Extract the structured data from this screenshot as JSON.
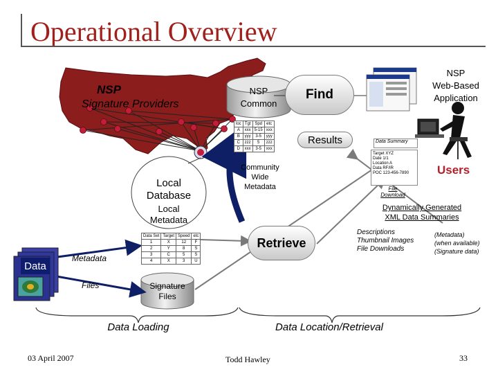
{
  "slide": {
    "title": "Operational Overview",
    "date": "03 April 2007",
    "author": "Todd Hawley",
    "page_number": "33"
  },
  "labels": {
    "nsp": "NSP",
    "signature_providers": "Signature Providers",
    "nsp_common_line1": "NSP",
    "nsp_common_line2": "Common",
    "find": "Find",
    "results": "Results",
    "web_app_line1": "NSP",
    "web_app_line2": "Web-Based",
    "web_app_line3": "Application",
    "users": "Users",
    "community_line1": "Community",
    "community_line2": "Wide",
    "community_line3": "Metadata",
    "local_database_line1": "Local",
    "local_database_line2": "Database",
    "local_metadata_line1": "Local",
    "local_metadata_line2": "Metadata",
    "retrieve": "Retrieve",
    "data": "Data",
    "metadata": "Metadata",
    "files": "Files",
    "signature_files_line1": "Signature",
    "signature_files_line2": "Files",
    "dynamic_line1": "Dynamically Generated",
    "dynamic_line2": "XML Data Summaries",
    "desc_line1": "Descriptions",
    "desc_line2": "Thumbnail Images",
    "desc_line3": "File Downloads",
    "paren_line1": "(Metadata)",
    "paren_line2": "(when available)",
    "paren_line3": "(Signature data)",
    "data_loading": "Data Loading",
    "data_location": "Data Location/Retrieval",
    "data_summary": "Data Summary",
    "file_download_line1": "File",
    "file_download_line2": "Download"
  },
  "summary_card": {
    "line1": "Target  XYZ",
    "line2": "Date      1/1",
    "line3": "Location A",
    "line4": "Data     RF/IR",
    "line5": "POC    123-456-7890"
  },
  "common_table": {
    "headers": [
      "loc",
      "Tgt",
      "Spd",
      "etc"
    ],
    "rows": [
      [
        "A",
        "xxx",
        "5-15",
        "xxx"
      ],
      [
        "B",
        "yyy",
        "3-5",
        "yyy"
      ],
      [
        "C",
        "zzz",
        "5",
        "zzz"
      ],
      [
        "D",
        "xxx",
        "3-5",
        "xxx"
      ]
    ]
  },
  "local_table": {
    "headers": [
      "Data Set",
      "Target",
      "Speed",
      "etc"
    ],
    "rows": [
      [
        "1",
        "X",
        "12",
        "F"
      ],
      [
        "2",
        "Y",
        "8",
        "S"
      ],
      [
        "3",
        "C",
        "5",
        "S"
      ],
      [
        "4",
        "X",
        "3",
        "U"
      ]
    ]
  },
  "colors": {
    "title": "#a0201c",
    "map": "#8b1d1d",
    "network_node": "#c21d3a",
    "arrow": "#0f1f66",
    "data_tag": "#0e1d6e",
    "users": "#b3202a"
  }
}
